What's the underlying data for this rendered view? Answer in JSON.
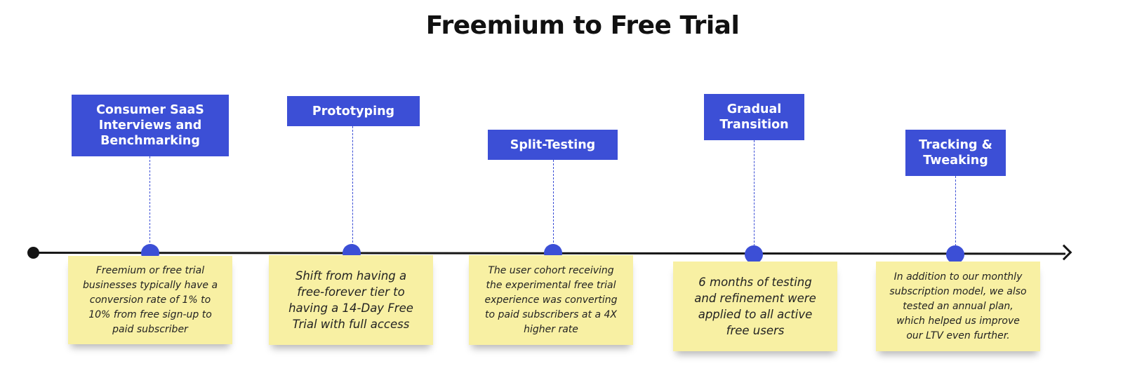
{
  "title": "Freemium to Free Trial",
  "colors": {
    "stage_box": "#3c4fd6",
    "milestone_dot": "#3c4fd6",
    "sticky_note": "#f8f0a3",
    "axis": "#151515"
  },
  "stages": [
    {
      "label": "Consumer SaaS\nInterviews and\nBenchmarking",
      "note": "Freemium or free trial businesses typically have a conversion rate of 1% to 10% from free sign-up to paid subscriber"
    },
    {
      "label": "Prototyping",
      "note": "Shift from having a free-forever tier to having a 14-Day Free Trial with full access"
    },
    {
      "label": "Split-Testing",
      "note": "The user cohort receiving the experimental free trial experience was converting to paid subscribers at a 4X higher rate"
    },
    {
      "label": "Gradual\nTransition",
      "note": "6 months of testing and refinement were applied to all active free users"
    },
    {
      "label": "Tracking &\nTweaking",
      "note": "In addition to our monthly subscription model, we also tested an annual plan, which helped us improve our LTV even further."
    }
  ]
}
